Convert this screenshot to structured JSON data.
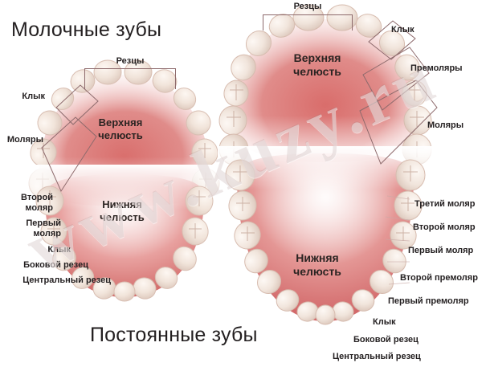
{
  "titles": {
    "primary": "Молочные зубы",
    "permanent": "Постоянные зубы"
  },
  "watermark": {
    "text": "www.kuzy.ru"
  },
  "primary_diagram": {
    "upper_jaw_line1": "Верхняя",
    "upper_jaw_line2": "челюсть",
    "lower_jaw_line1": "Нижняя",
    "lower_jaw_line2": "челюсть",
    "group_labels": {
      "incisors": "Резцы",
      "canine": "Клык",
      "molars": "Моляры"
    },
    "tooth_labels": [
      "Второй\nмоляр",
      "Первый\nмоляр",
      "Клык",
      "Боковой резец",
      "Центральный резец"
    ],
    "tooth_label_lines": [
      [
        "Второй",
        "моляр"
      ],
      [
        "Первый",
        "моляр"
      ],
      [
        "Клык"
      ],
      [
        "Боковой резец"
      ],
      [
        "Центральный резец"
      ]
    ]
  },
  "permanent_diagram": {
    "upper_jaw_line1": "Верхняя",
    "upper_jaw_line2": "челюсть",
    "lower_jaw_line1": "Нижняя",
    "lower_jaw_line2": "челюсть",
    "group_labels": {
      "incisors": "Резцы",
      "canine": "Клык",
      "premolars": "Премоляры",
      "molars": "Моляры"
    },
    "tooth_labels": [
      "Третий моляр",
      "Второй моляр",
      "Первый моляр",
      "Второй премоляр",
      "Первый премоляр",
      "Клык",
      "Боковой резец",
      "Центральный резец"
    ]
  },
  "colors": {
    "gum": "#dd8583",
    "gum_deep": "#d2706f",
    "tooth": "#f2e7df",
    "tooth_shadow": "#dcc6bb",
    "text": "#231f20",
    "leader": "#8d6a6c",
    "watermark": "rgba(150,110,110,0.17)"
  }
}
